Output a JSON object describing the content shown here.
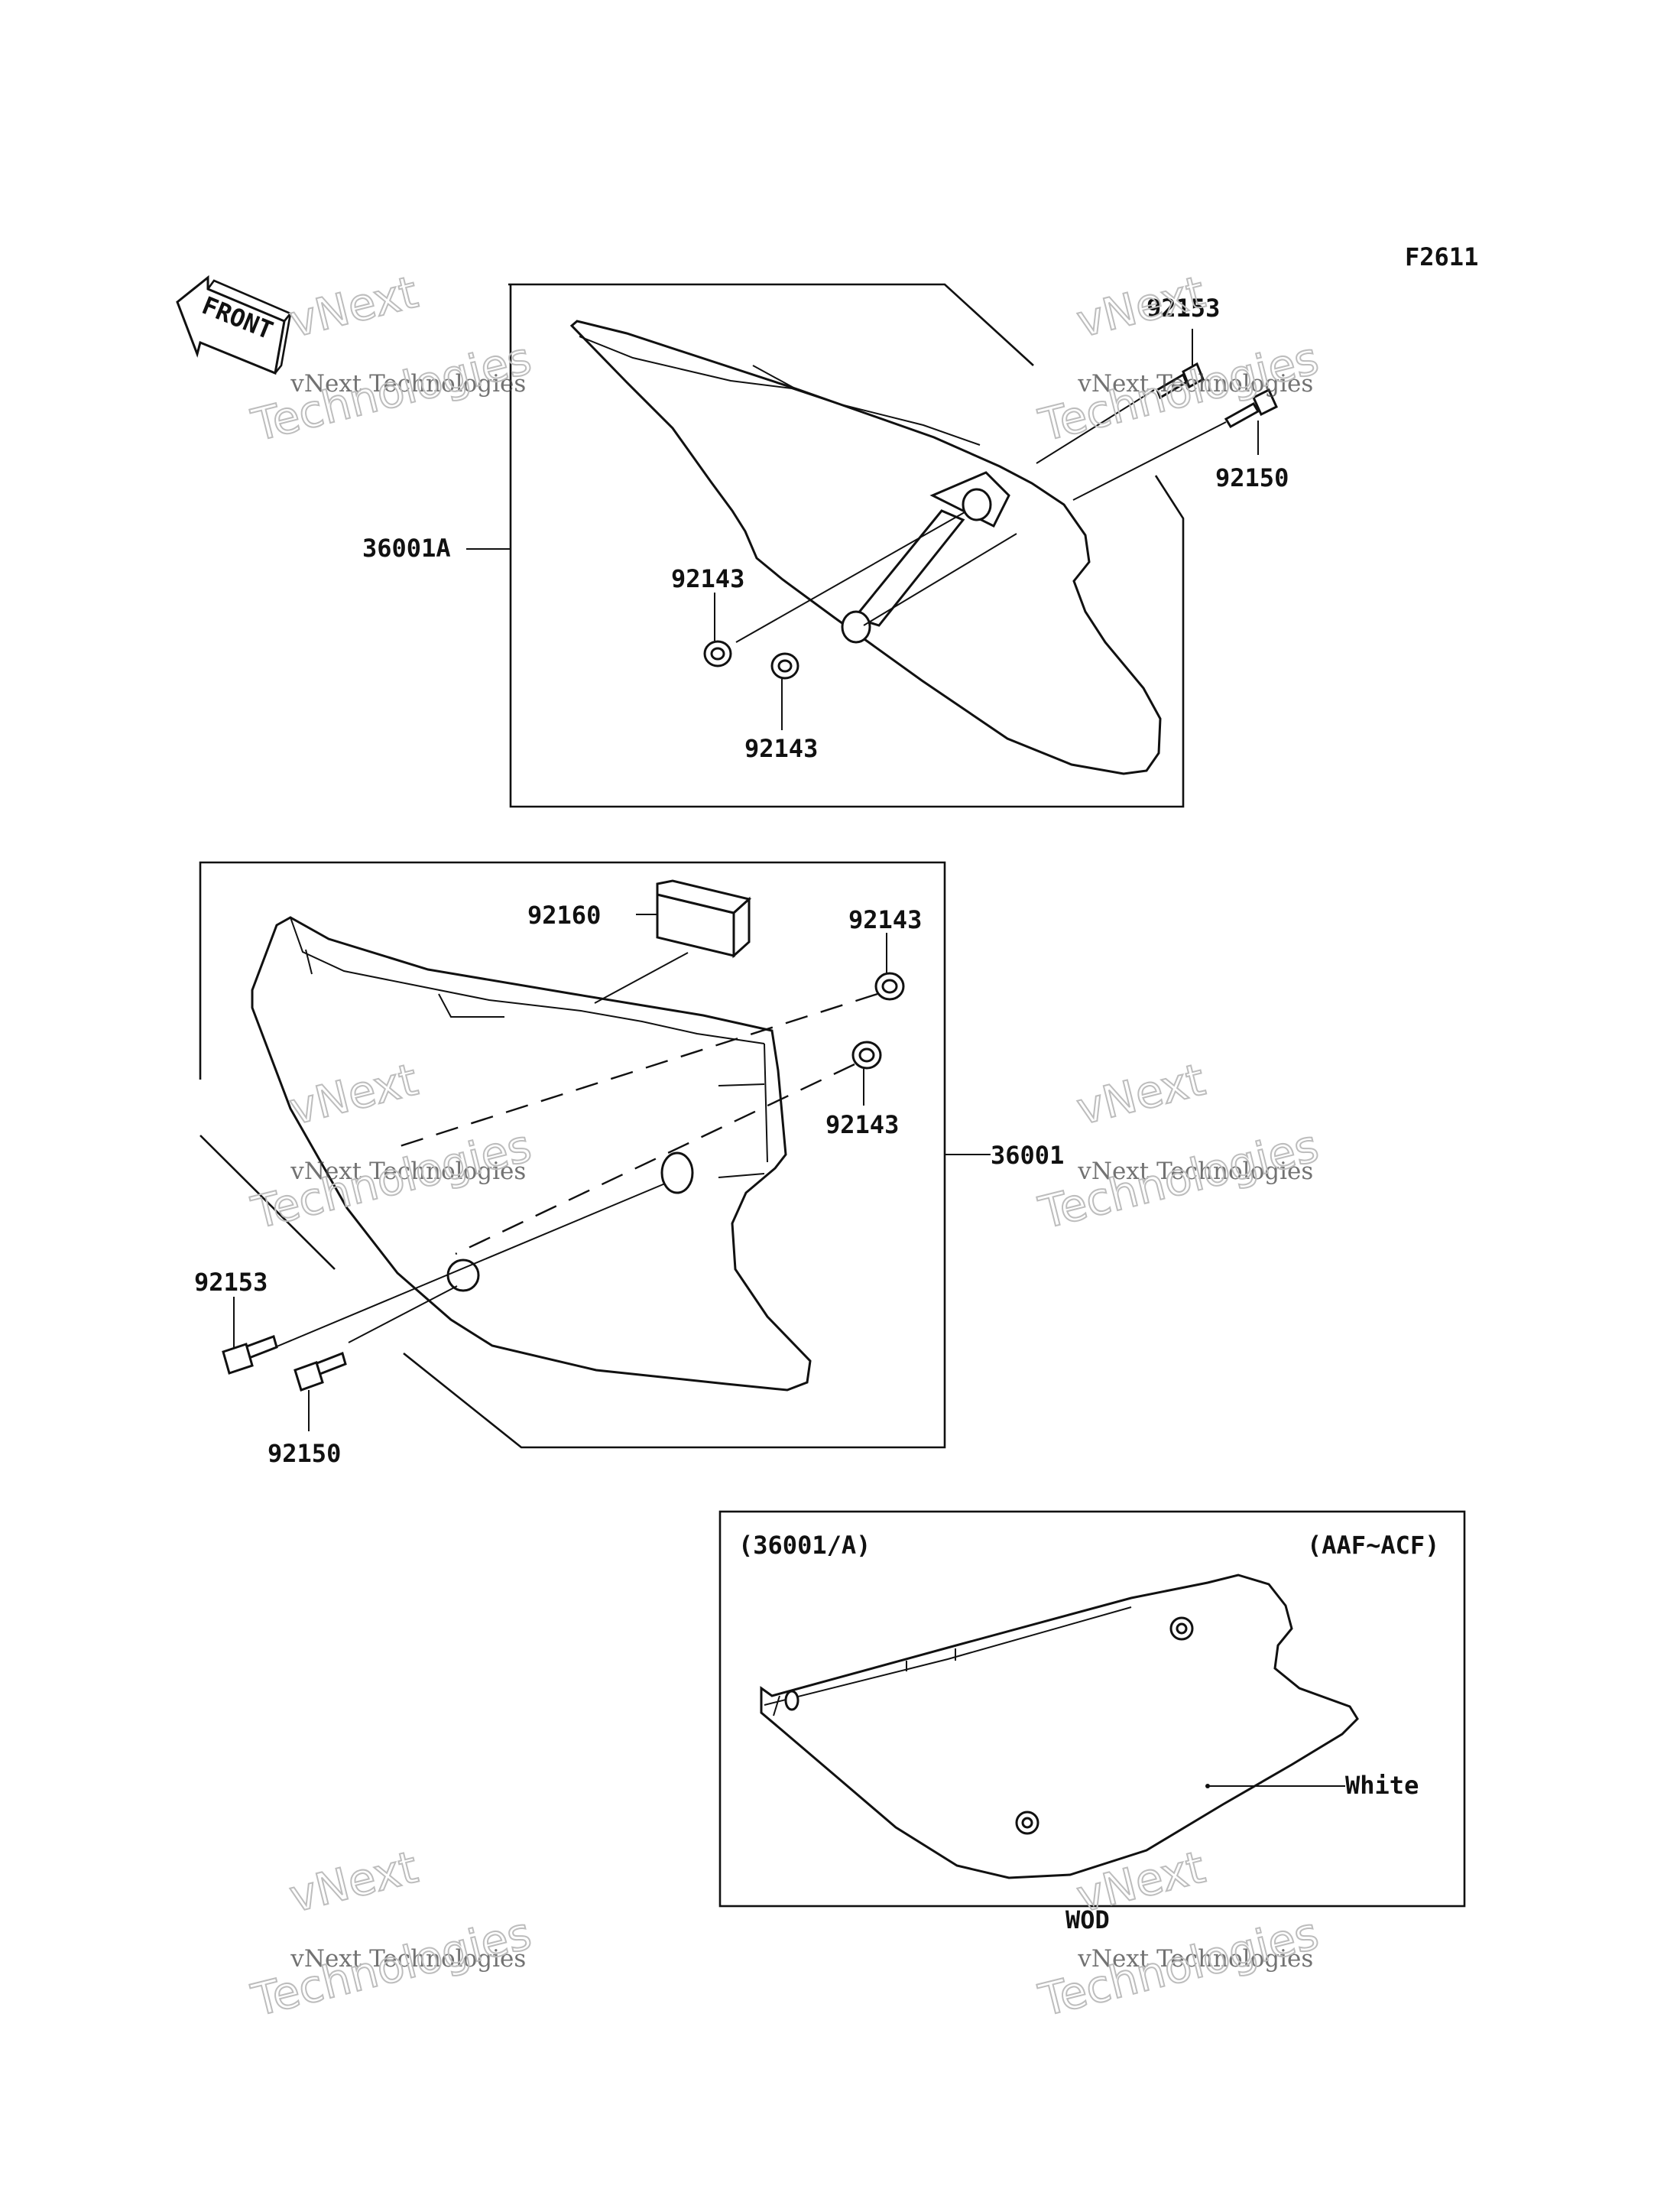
{
  "figure_id": "F2611",
  "front_arrow_label": "FRONT",
  "top_panel": {
    "assembly_label": "36001A",
    "bolt_upper": "92153",
    "bolt_lower": "92150",
    "grommet_left": "92143",
    "grommet_right": "92143"
  },
  "middle_panel": {
    "assembly_label": "36001",
    "pad": "92160",
    "grommet_upper": "92143",
    "grommet_lower": "92143",
    "bolt_upper": "92153",
    "bolt_lower": "92150"
  },
  "inset_panel": {
    "reference": "(36001/A)",
    "models": "(AAF~ACF)",
    "color_callout": "White",
    "color_code": "WOD"
  },
  "watermarks": [
    {
      "line1": "vNext",
      "line2": "vNext Technologies",
      "line3": "Technologies"
    },
    {
      "line1": "vNext",
      "line2": "vNext Technologies",
      "line3": "Technologies"
    },
    {
      "line1": "vNext",
      "line2": "vNext Technologies",
      "line3": "Technologies"
    },
    {
      "line1": "vNext",
      "line2": "vNext Technologies",
      "line3": "Technologies"
    },
    {
      "line1": "vNext",
      "line2": "vNext Technologies",
      "line3": "Technologies"
    },
    {
      "line1": "vNext",
      "line2": "vNext Technologies",
      "line3": "Technologies"
    }
  ]
}
